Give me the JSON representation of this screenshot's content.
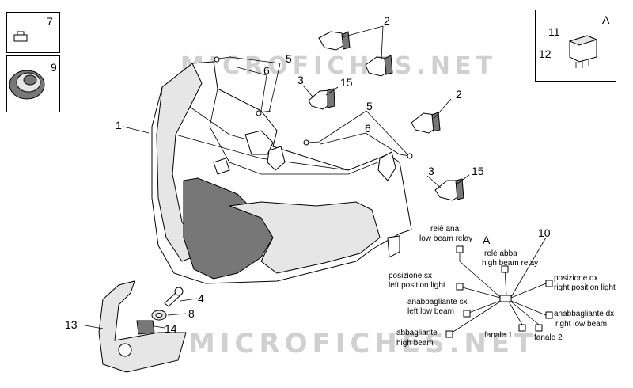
{
  "watermark": "MICROFICHES.NET",
  "callouts": {
    "n1": "1",
    "n2a": "2",
    "n2b": "2",
    "n3a": "3",
    "n3b": "3",
    "n4": "4",
    "n5a": "5",
    "n5b": "5",
    "n6a": "6",
    "n6b": "6",
    "n7": "7",
    "n8": "8",
    "n9": "9",
    "n10": "10",
    "n11": "11",
    "n12": "12",
    "n13": "13",
    "n14": "14",
    "n15a": "15",
    "n15b": "15",
    "boxA": "A",
    "harnessA": "A"
  },
  "connectors": {
    "rele_ana": {
      "it": "relè ana",
      "en": "low beam relay"
    },
    "rele_abba": {
      "it": "relè abba",
      "en": "high beam relay"
    },
    "pos_sx": {
      "it": "posizione sx",
      "en": "left position light"
    },
    "pos_dx": {
      "it": "posizione dx",
      "en": "right position light"
    },
    "anab_sx": {
      "it": "anabbagliante sx",
      "en": "left low beam"
    },
    "anab_dx": {
      "it": "anabbagliante dx",
      "en": "right low beam"
    },
    "abbagliante": {
      "it": "abbagliante",
      "en": "high beam"
    },
    "fanale1": "fanale 1",
    "fanale2": "fanale 2"
  }
}
